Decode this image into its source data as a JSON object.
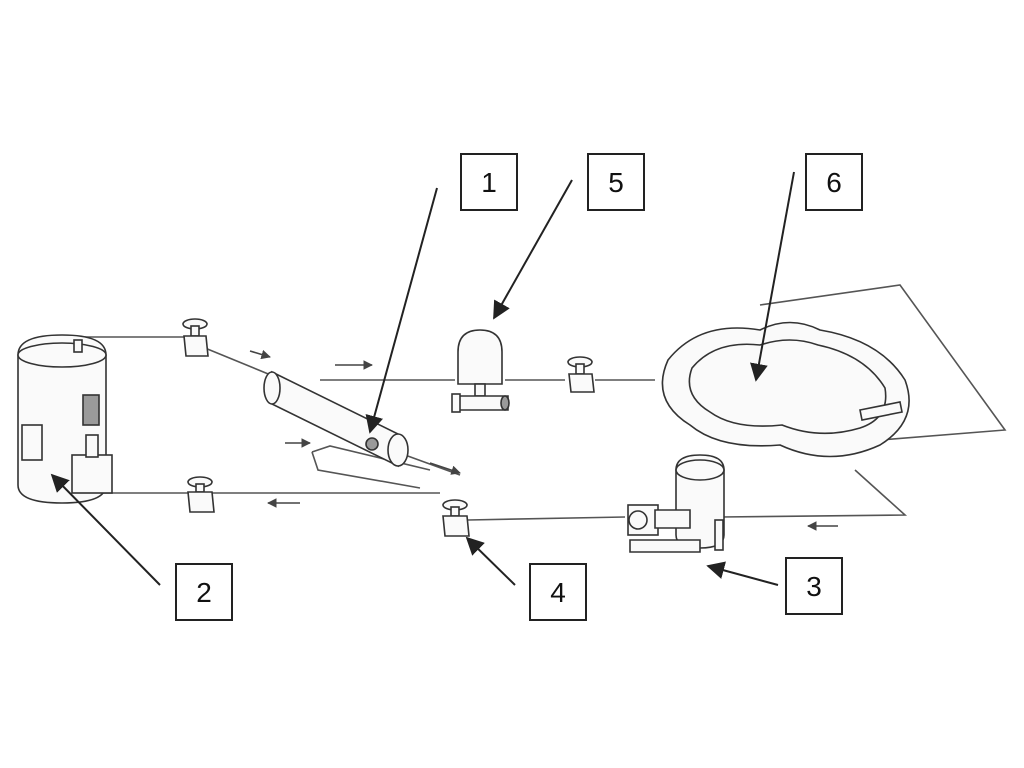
{
  "callouts": [
    {
      "id": "1",
      "label": "1"
    },
    {
      "id": "2",
      "label": "2"
    },
    {
      "id": "3",
      "label": "3"
    },
    {
      "id": "4",
      "label": "4"
    },
    {
      "id": "5",
      "label": "5"
    },
    {
      "id": "6",
      "label": "6"
    }
  ],
  "colors": {
    "line": "#222222",
    "pipe": "#555555",
    "background": "#ffffff"
  },
  "components": {
    "1": "heat-exchanger-icon",
    "2": "boiler-tank-icon",
    "3": "pump-filter-icon",
    "4": "valve-icon",
    "5": "expansion-tank-icon",
    "6": "pool-icon"
  }
}
